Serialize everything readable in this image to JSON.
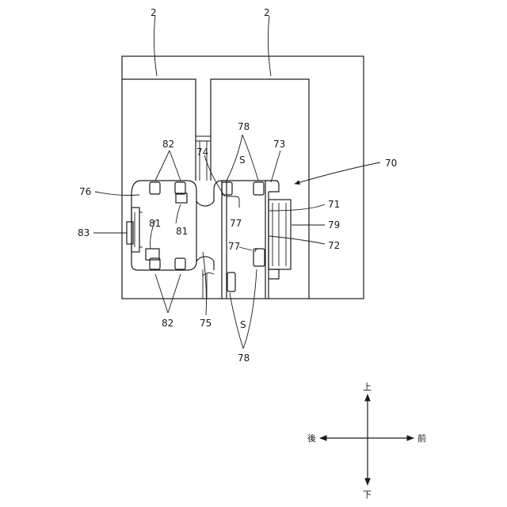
{
  "labels": {
    "unit_2_left": "2",
    "unit_2_right": "2",
    "ref_70": "70",
    "ref_71": "71",
    "ref_72": "72",
    "ref_73": "73",
    "ref_74": "74",
    "ref_75": "75",
    "ref_76": "76",
    "ref_77_top": "77",
    "ref_77_bottom": "77",
    "ref_78_top": "78",
    "ref_78_bottom": "78",
    "ref_79": "79",
    "ref_81_upper": "81",
    "ref_81_lower": "81",
    "ref_82_top": "82",
    "ref_82_bottom": "82",
    "ref_83": "83",
    "s_top": "S",
    "s_bottom": "S"
  },
  "directions": {
    "up": "上",
    "down": "下",
    "front": "前",
    "rear": "後"
  }
}
